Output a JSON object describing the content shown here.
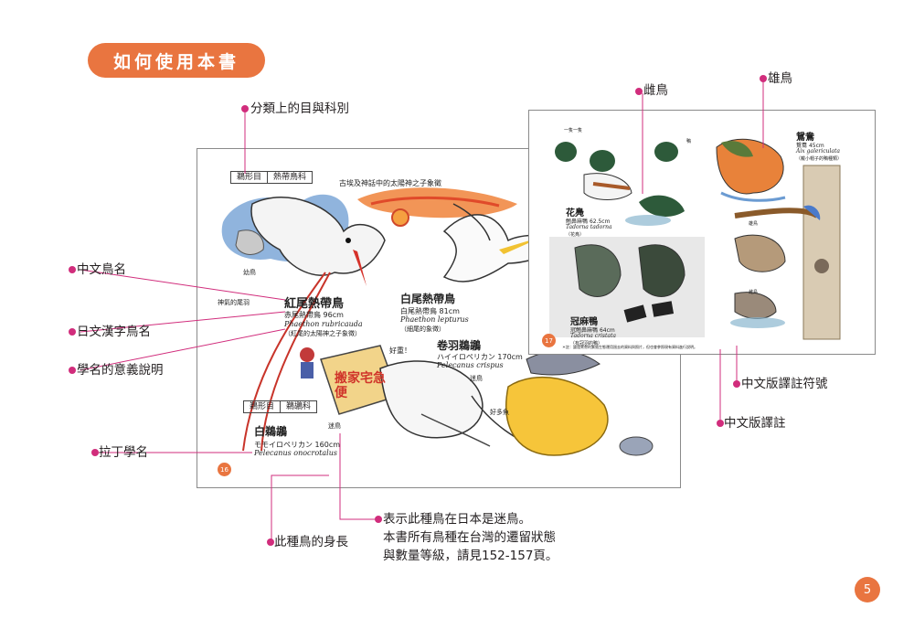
{
  "title": "如何使用本書",
  "page_number": "5",
  "annotations": {
    "order_family": "分類上的目與科別",
    "chinese_name": "中文鳥名",
    "japanese_kanji_name": "日文漢字鳥名",
    "scientific_meaning": "學名的意義說明",
    "latin_name": "拉丁學名",
    "body_length": "此種鳥的身長",
    "vagrant_line1": "表示此種鳥在日本是迷鳥。",
    "vagrant_line2": "本書所有鳥種在台灣的遷留狀態",
    "vagrant_line3": "與數量等級，請見152-157頁。",
    "female": "雌鳥",
    "male": "雄鳥",
    "translator_note_mark": "中文版譯註符號",
    "translator_note": "中文版譯註"
  },
  "left_page": {
    "tag_order_1": "鵜形目",
    "tag_family_1": "熱帶鳥科",
    "caption_top": "古埃及神話中的太陽神之子象徵",
    "bird1_cn": "紅尾熱帶鳥",
    "bird1_jp": "赤尾熱帶鳥",
    "bird1_len": "96cm",
    "bird1_latin": "Phaethon rubricauda",
    "bird1_note": "（紅尾的太陽神之子象徵）",
    "bird2_cn": "白尾熱帶鳥",
    "bird2_jp": "白尾熱帶鳥",
    "bird2_len": "81cm",
    "bird2_latin": "Phaethon lepturus",
    "bird2_note": "（細尾的象徵）",
    "bird3_cn": "卷羽鵜鶘",
    "bird3_jp": "ハイイロペリカン",
    "bird3_len": "170cm",
    "bird3_latin": "Pelecanus crispus",
    "tag_order_2": "鵜形目",
    "tag_family_2": "鵜鶘科",
    "bird4_cn": "白鵜鶘",
    "bird4_jp": "モモイロペリカン",
    "bird4_len": "160cm",
    "bird4_latin": "Pelecanus onocrotalus",
    "side_note1": "神氣的尾羽",
    "side_note2": "幼鳥",
    "side_note3": "迷鳥",
    "side_note4": "迷鳥",
    "side_note5": "好重！",
    "side_note6": "好多魚",
    "delivery_box": "搬家宅急便",
    "page_badge": "16"
  },
  "right_page": {
    "bird1_cn": "花鳧",
    "bird1_jp": "翹鼻麻鴨",
    "bird1_len": "62.5cm",
    "bird1_latin": "Tadorna tadorna",
    "bird1_note": "（花鳧）",
    "bird2_cn": "冠麻鴨",
    "bird2_jp": "冠翹鼻麻鴨",
    "bird2_len": "64cm",
    "bird2_latin": "Tadorna cristata",
    "bird2_note": "（有冠羽的鴨）",
    "bird3_cn": "鴛鴦",
    "bird3_jp": "鴛鴦",
    "bird3_len": "45cm",
    "bird3_latin": "Aix galericulata",
    "bird3_note": "（戴小帽子的鴨種類）",
    "side_note1": "一隻一隻",
    "side_note2": "鴨",
    "side_note3": "雄鳥",
    "side_note4": "雌鳥",
    "footnote": "＊註：論證鴛鴦的繁殖生態運用過去的資料與照片，但也會參照現有資料進行說明。",
    "page_badge": "17"
  },
  "colors": {
    "accent_orange": "#e97540",
    "annotation_magenta": "#d12d7c"
  }
}
